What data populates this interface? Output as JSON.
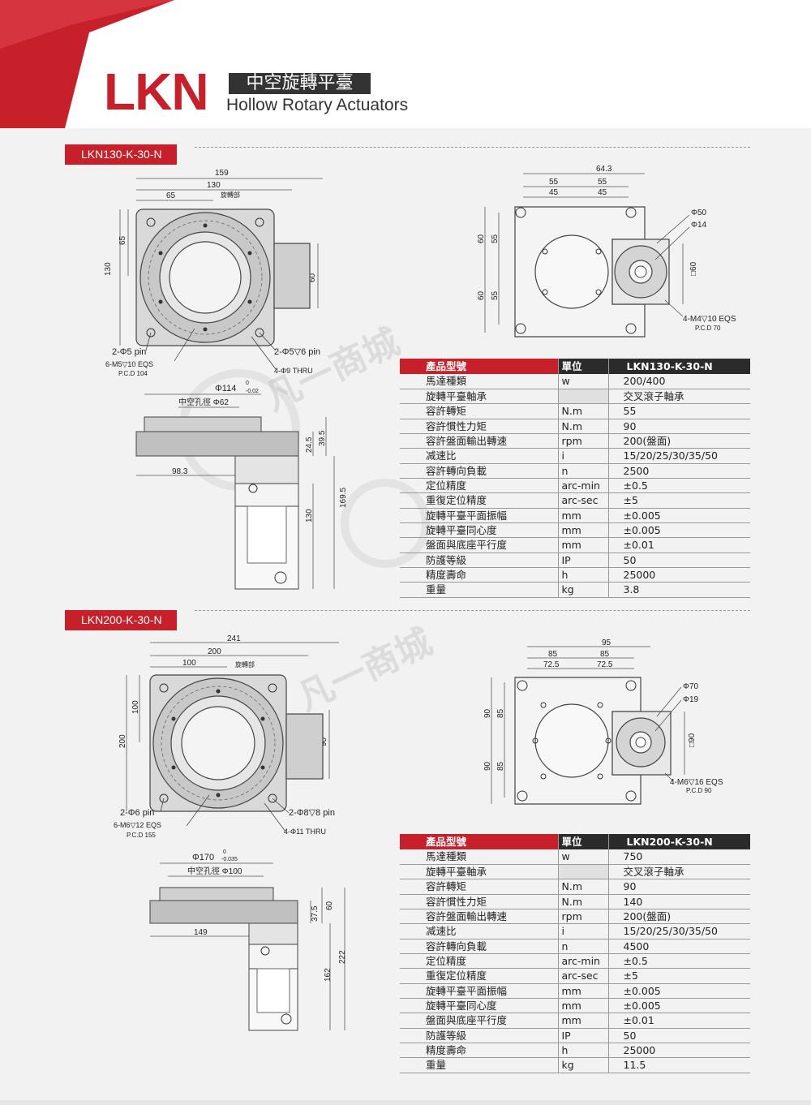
{
  "header": {
    "brand": "LKN",
    "title_zh": "中空旋轉平臺",
    "title_en": "Hollow Rotary Actuators"
  },
  "colors": {
    "accent": "#c8202a",
    "dark": "#2b2b2b"
  },
  "watermark": "凡一商城",
  "sections": [
    {
      "tag": "LKN130-K-30-N",
      "top_view": {
        "dim_159": "159",
        "dim_130": "130",
        "dim_65": "65",
        "rotate_label": "旋轉部",
        "dim_130v": "130",
        "dim_65v": "65",
        "dim_60v": "60",
        "pin": "2-Φ5 pin",
        "pin_r": "2-Φ5▽6 pin",
        "thru": "4-Φ9 THRU",
        "eqs": "6-M5▽10 EQS",
        "pcd": "P.C.D 104"
      },
      "side_view": {
        "dia": "Φ114",
        "tol_up": "0",
        "tol_down": "-0.02",
        "hollow": "中空孔徑 Φ62",
        "dim_98": "98.3",
        "dim_24": "24.5",
        "dim_39": "39.5",
        "dim_130": "130",
        "dim_169": "169.5"
      },
      "flange_view": {
        "dim_643": "64.3",
        "dim_55a": "55",
        "dim_55b": "55",
        "dim_45a": "45",
        "dim_45b": "45",
        "dim_60a": "60",
        "dim_55c": "55",
        "dim_60b": "60",
        "dim_55d": "55",
        "phi50": "Φ50",
        "phi14": "Φ14",
        "sq60": "□60",
        "eqs": "4-M4▽10 EQS",
        "pcd": "P.C.D 70"
      },
      "table": {
        "headers": [
          "產品型號",
          "單位",
          "LKN130-K-30-N"
        ],
        "rows": [
          [
            "馬達種類",
            "w",
            "200/400"
          ],
          [
            "旋轉平臺軸承",
            "",
            "交叉滾子軸承"
          ],
          [
            "容許轉矩",
            "N.m",
            "55"
          ],
          [
            "容許慣性力矩",
            "N.m",
            "90"
          ],
          [
            "容許盤面輸出轉速",
            "rpm",
            "200(盤面)"
          ],
          [
            "减速比",
            "i",
            "15/20/25/30/35/50"
          ],
          [
            "容許轉向負載",
            "n",
            "2500"
          ],
          [
            "定位精度",
            "arc-min",
            "±0.5"
          ],
          [
            "重復定位精度",
            "arc-sec",
            "±5"
          ],
          [
            "旋轉平臺平面振幅",
            "mm",
            "±0.005"
          ],
          [
            "旋轉平臺同心度",
            "mm",
            "±0.005"
          ],
          [
            "盤面與底座平行度",
            "mm",
            "±0.01"
          ],
          [
            "防護等級",
            "IP",
            "50"
          ],
          [
            "精度壽命",
            "h",
            "25000"
          ],
          [
            "重量",
            "kg",
            "3.8"
          ]
        ]
      }
    },
    {
      "tag": "LKN200-K-30-N",
      "top_view": {
        "dim_159": "241",
        "dim_130": "200",
        "dim_65": "100",
        "rotate_label": "旋轉部",
        "dim_130v": "200",
        "dim_65v": "100",
        "dim_60v": "90",
        "pin": "2-Φ6 pin",
        "pin_r": "2-Φ8▽8 pin",
        "thru": "4-Φ11 THRU",
        "eqs": "6-M6▽12 EQS",
        "pcd": "P.C.D 155"
      },
      "side_view": {
        "dia": "Φ170",
        "tol_up": "0",
        "tol_down": "-0.035",
        "hollow": "中空孔徑 Φ100",
        "dim_98": "149",
        "dim_24": "37.5",
        "dim_39": "60",
        "dim_130": "162",
        "dim_169": "222"
      },
      "flange_view": {
        "dim_643": "95",
        "dim_55a": "85",
        "dim_55b": "85",
        "dim_45a": "72.5",
        "dim_45b": "72.5",
        "dim_60a": "90",
        "dim_55c": "85",
        "dim_60b": "90",
        "dim_55d": "85",
        "phi50": "Φ70",
        "phi14": "Φ19",
        "sq60": "□90",
        "eqs": "4-M6▽16 EQS",
        "pcd": "P.C.D 90"
      },
      "table": {
        "headers": [
          "產品型號",
          "單位",
          "LKN200-K-30-N"
        ],
        "rows": [
          [
            "馬達種類",
            "w",
            "750"
          ],
          [
            "旋轉平臺軸承",
            "",
            "交叉滾子軸承"
          ],
          [
            "容許轉矩",
            "N.m",
            "90"
          ],
          [
            "容許慣性力矩",
            "N.m",
            "140"
          ],
          [
            "容許盤面輸出轉速",
            "rpm",
            "200(盤面)"
          ],
          [
            "减速比",
            "i",
            "15/20/25/30/35/50"
          ],
          [
            "容許轉向負載",
            "n",
            "4500"
          ],
          [
            "定位精度",
            "arc-min",
            "±0.5"
          ],
          [
            "重復定位精度",
            "arc-sec",
            "±5"
          ],
          [
            "旋轉平臺平面振幅",
            "mm",
            "±0.005"
          ],
          [
            "旋轉平臺同心度",
            "mm",
            "±0.005"
          ],
          [
            "盤面與底座平行度",
            "mm",
            "±0.01"
          ],
          [
            "防護等級",
            "IP",
            "50"
          ],
          [
            "精度壽命",
            "h",
            "25000"
          ],
          [
            "重量",
            "kg",
            "11.5"
          ]
        ]
      }
    }
  ]
}
